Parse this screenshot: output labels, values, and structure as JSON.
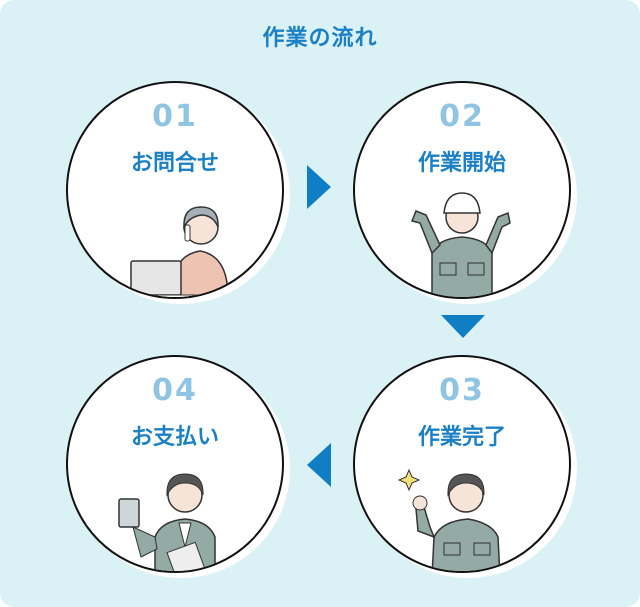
{
  "title": "作業の流れ",
  "steps": [
    {
      "number": "01",
      "label": "お問合せ"
    },
    {
      "number": "02",
      "label": "作業開始"
    },
    {
      "number": "03",
      "label": "作業完了"
    },
    {
      "number": "04",
      "label": "お支払い"
    }
  ],
  "colors": {
    "background": "#daf1f6",
    "accent": "#1b80c4",
    "number": "#8fc4e2",
    "arrow": "#0f7ec4"
  }
}
